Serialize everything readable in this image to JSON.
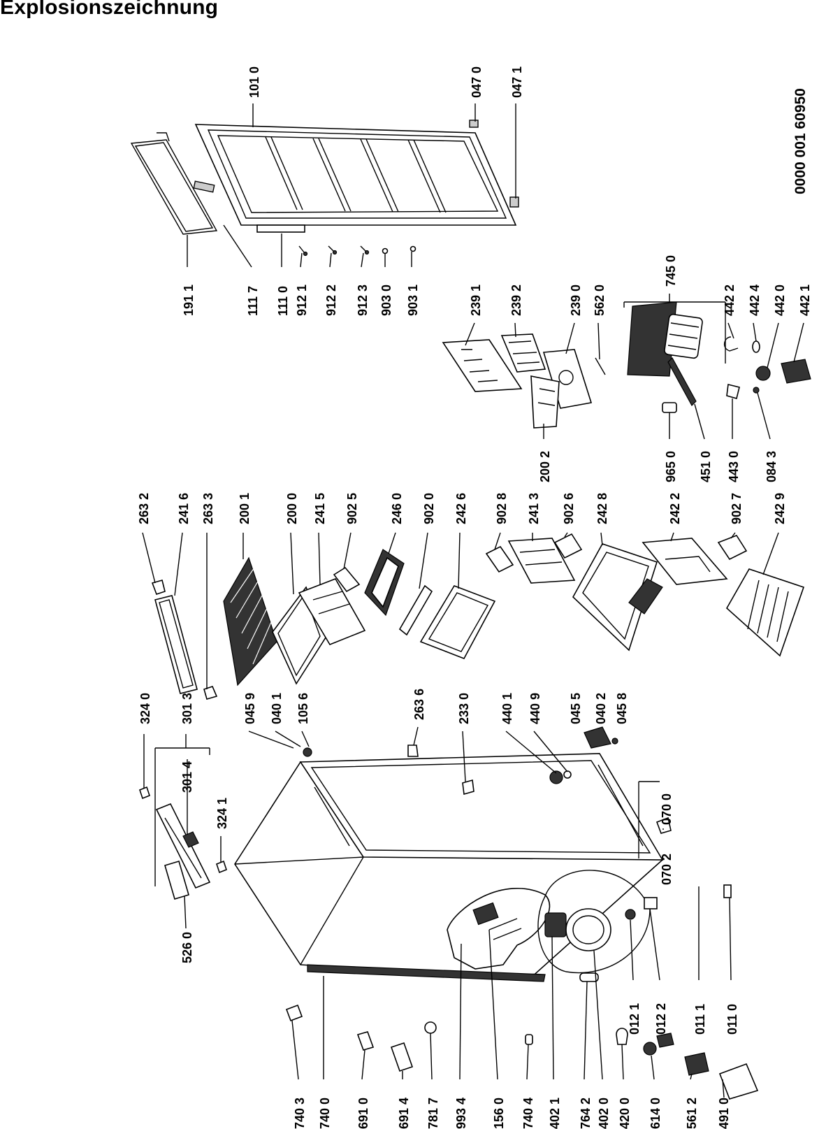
{
  "title": "Explosionszeichnung",
  "document_number": "0000 001 60950",
  "labels": {
    "door": [
      "101 0",
      "047 0",
      "047 1",
      "191 1",
      "111 7",
      "111 0",
      "912 1",
      "912 2",
      "912 3",
      "903 0",
      "903 1"
    ],
    "evaporator": [
      "239 1",
      "239 2",
      "239 0",
      "562 0",
      "745 0",
      "442 2",
      "442 4",
      "442 0",
      "442 1",
      "200 2",
      "965 0",
      "451 0",
      "443 0",
      "084 3"
    ],
    "interior": [
      "263 2",
      "241 6",
      "263 3",
      "200 1",
      "200 0",
      "241 5",
      "902 5",
      "246 0",
      "902 0",
      "242 6",
      "902 8",
      "241 3",
      "902 6",
      "242 8",
      "242 2",
      "902 7",
      "242 9"
    ],
    "cabinet": [
      "324 0",
      "301 3",
      "301 4",
      "324 1",
      "526 0",
      "045 9",
      "040 1",
      "105 6",
      "263 6",
      "233 0",
      "440 1",
      "440 9",
      "045 5",
      "040 2",
      "045 8",
      "070 0",
      "070 2"
    ],
    "compressor": [
      "012 1",
      "012 2",
      "011 1",
      "011 0"
    ],
    "bottom": [
      "740 3",
      "740 0",
      "691 0",
      "691 4",
      "781 7",
      "993 4",
      "156 0",
      "740 4",
      "402 1",
      "764 2",
      "402 0",
      "420 0",
      "614 0",
      "561 2",
      "491 0"
    ]
  }
}
